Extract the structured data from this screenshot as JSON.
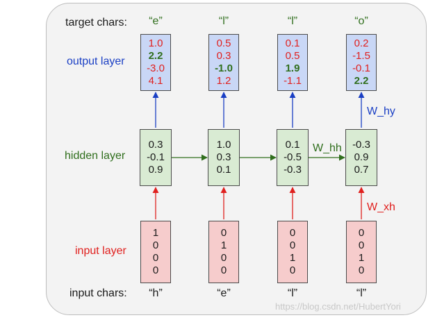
{
  "labels": {
    "target_chars": "target chars:",
    "output_layer": "output layer",
    "hidden_layer": "hidden layer",
    "input_layer": "input layer",
    "input_chars": "input chars:",
    "w_hy": "W_hy",
    "w_hh": "W_hh",
    "w_xh": "W_xh",
    "watermark": "https://blog.csdn.net/HubertYori"
  },
  "colors": {
    "blue": "#1a3fc4",
    "green": "#2f6e1c",
    "red": "#e0201e",
    "output_fill": "#c9d7f6",
    "hidden_fill": "#d9ebd3",
    "input_fill": "#f6cccc"
  },
  "steps": [
    {
      "target_char": "“e”",
      "input_char": "“h”",
      "output": [
        {
          "v": "1.0",
          "hl": false
        },
        {
          "v": "2.2",
          "hl": true
        },
        {
          "v": "-3.0",
          "hl": false
        },
        {
          "v": "4.1",
          "hl": false
        }
      ],
      "hidden": [
        "0.3",
        "-0.1",
        "0.9"
      ],
      "input": [
        "1",
        "0",
        "0",
        "0"
      ]
    },
    {
      "target_char": "“l”",
      "input_char": "“e”",
      "output": [
        {
          "v": "0.5",
          "hl": false
        },
        {
          "v": "0.3",
          "hl": false
        },
        {
          "v": "-1.0",
          "hl": true
        },
        {
          "v": "1.2",
          "hl": false
        }
      ],
      "hidden": [
        "1.0",
        "0.3",
        "0.1"
      ],
      "input": [
        "0",
        "1",
        "0",
        "0"
      ]
    },
    {
      "target_char": "“l”",
      "input_char": "“l”",
      "output": [
        {
          "v": "0.1",
          "hl": false
        },
        {
          "v": "0.5",
          "hl": false
        },
        {
          "v": "1.9",
          "hl": true
        },
        {
          "v": "-1.1",
          "hl": false
        }
      ],
      "hidden": [
        "0.1",
        "-0.5",
        "-0.3"
      ],
      "input": [
        "0",
        "0",
        "1",
        "0"
      ]
    },
    {
      "target_char": "“o”",
      "input_char": "“l”",
      "output": [
        {
          "v": "0.2",
          "hl": false
        },
        {
          "v": "-1.5",
          "hl": false
        },
        {
          "v": "-0.1",
          "hl": false
        },
        {
          "v": "2.2",
          "hl": true
        }
      ],
      "hidden": [
        "-0.3",
        "0.9",
        "0.7"
      ],
      "input": [
        "0",
        "0",
        "1",
        "0"
      ]
    }
  ]
}
